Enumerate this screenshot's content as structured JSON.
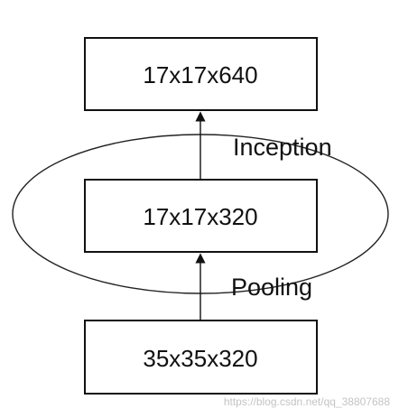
{
  "boxes": {
    "top": "17x17x640",
    "middle": "17x17x320",
    "bottom": "35x35x320"
  },
  "labels": {
    "inception": "Inception",
    "pooling": "Pooling"
  },
  "watermark": "https://blog.csdn.net/qq_38807688"
}
